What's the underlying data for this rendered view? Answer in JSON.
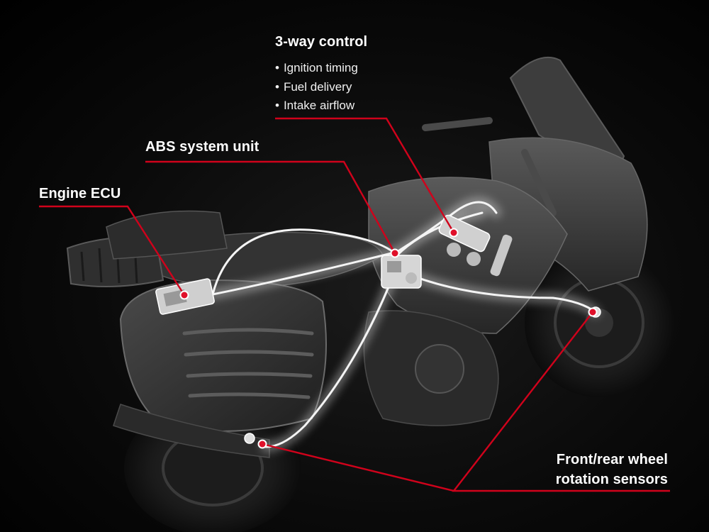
{
  "labels": {
    "three_way": {
      "title": "3-way control",
      "items": [
        "Ignition timing",
        "Fuel delivery",
        "Intake airflow"
      ]
    },
    "abs": "ABS system unit",
    "ecu": "Engine ECU",
    "wheel_sensors": [
      "Front/rear wheel",
      "rotation sensors"
    ]
  },
  "colors": {
    "leader_line": "#d0021b",
    "callout_dot": "#e0102a",
    "label_text": "#ffffff",
    "background": "#000000"
  }
}
